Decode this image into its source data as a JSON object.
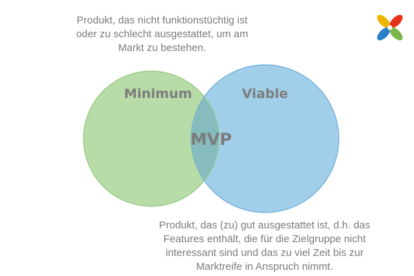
{
  "diagram": {
    "type": "venn",
    "left_circle": {
      "label": "Minimum",
      "color": "#b8dca8"
    },
    "right_circle": {
      "label": "Viable",
      "color": "#9ccbe8"
    },
    "overlap": {
      "label": "MVP",
      "color": "#86bcbd"
    },
    "label_color": "#7c7c7c"
  },
  "captions": {
    "top": {
      "lines": [
        "Produkt, das nicht funktionstüchtig ist",
        "oder zu schlecht ausgestattet, um am",
        "Markt zu bestehen."
      ]
    },
    "bottom": {
      "lines": [
        "Produkt, das (zu) gut ausgestattet ist, d.h. das",
        "Features enthält, die für die Zielgruppe nicht",
        "interessant sind und das zu viel Zeit bis zur",
        "Marktreife in Anspruch nimmt."
      ]
    }
  },
  "logo": {
    "name": "four-petal-flower-logo",
    "colors": [
      "#f0b400",
      "#e8331c",
      "#2a7fc8",
      "#7ab648"
    ]
  }
}
